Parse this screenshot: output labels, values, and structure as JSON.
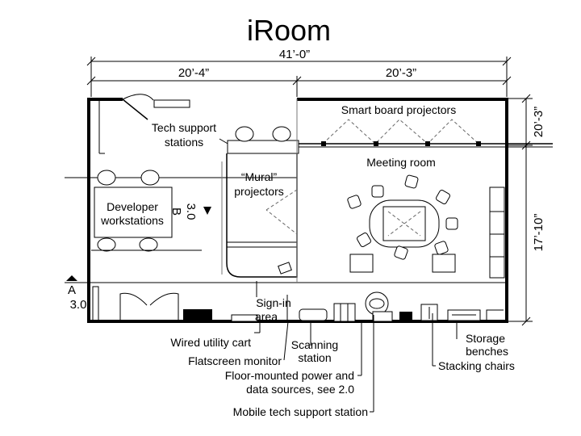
{
  "title": "iRoom",
  "dimensions": {
    "overall_width": "41’-0”",
    "left_width": "20’-4”",
    "right_width": "20’-3”",
    "right_top": "20’-3”",
    "right_height": "17’-10”"
  },
  "sections": {
    "a_letter": "A",
    "a_value": "3.0",
    "b_letter": "B",
    "b_value": "3.0"
  },
  "labels": {
    "smart_board": "Smart board projectors",
    "tech_support_1": "Tech support",
    "tech_support_2": "stations",
    "mural_1": "“Mural”",
    "mural_2": "projectors",
    "meeting_room": "Meeting room",
    "developer_1": "Developer",
    "developer_2": "workstations",
    "sign_in_1": "Sign-in",
    "sign_in_2": "area",
    "wired_cart": "Wired utility cart",
    "flatscreen": "Flatscreen monitor",
    "scanning_1": "Scanning",
    "scanning_2": "station",
    "floor_power_1": "Floor-mounted power and",
    "floor_power_2": "data sources, see 2.0",
    "mobile_tech": "Mobile tech support station",
    "storage_1": "Storage",
    "storage_2": "benches",
    "stacking": "Stacking chairs"
  },
  "colors": {
    "line": "#000000",
    "background": "#ffffff"
  }
}
